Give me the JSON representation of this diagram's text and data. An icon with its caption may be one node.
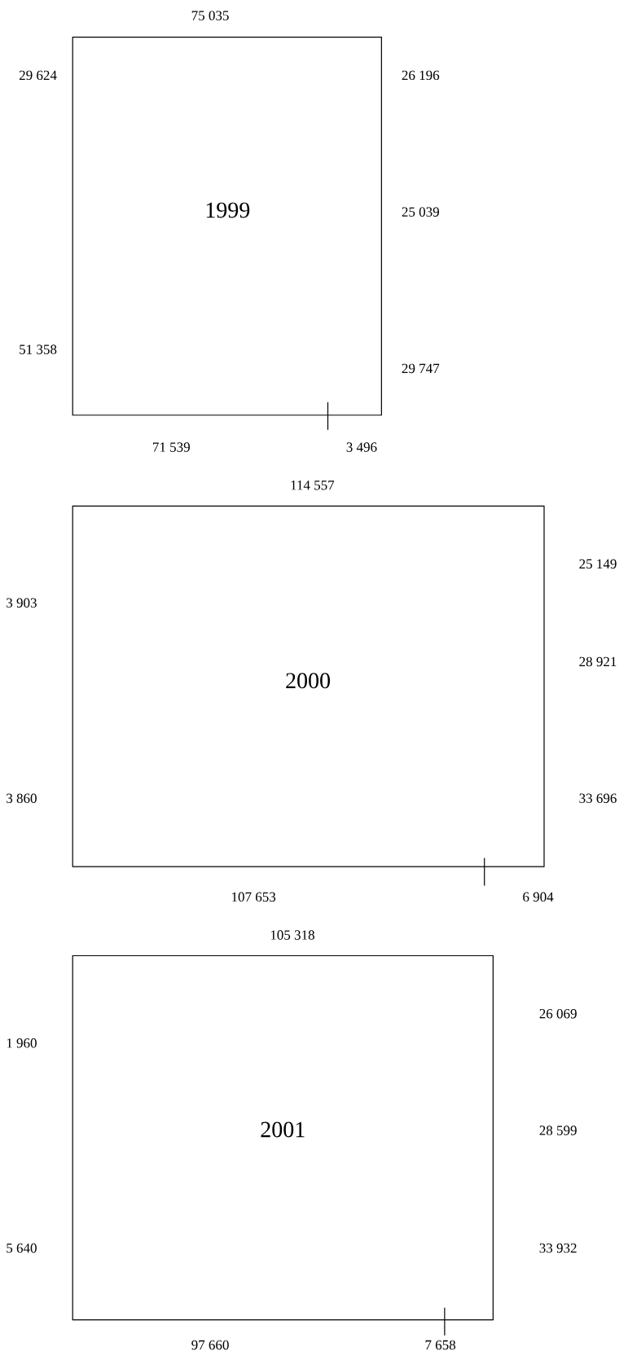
{
  "diagram": {
    "nodes": [
      {
        "text": [
          "1999"
        ],
        "beside": [
          "75 035",
          "29 624",
          "51 358",
          "26 196",
          "25 039",
          "29 747",
          "71 539",
          "3 496"
        ]
      },
      {
        "text": [
          "2000"
        ],
        "beside": [
          "114 557",
          "3 903",
          "3 860",
          "25 149",
          "28 921",
          "33 696",
          "107 653",
          "6 904"
        ]
      },
      {
        "text": [
          "2001"
        ],
        "beside": [
          "105 318",
          "1 960",
          "5 640",
          "26 069",
          "28 599",
          "33 932",
          "97 660",
          "7 658"
        ]
      }
    ]
  }
}
